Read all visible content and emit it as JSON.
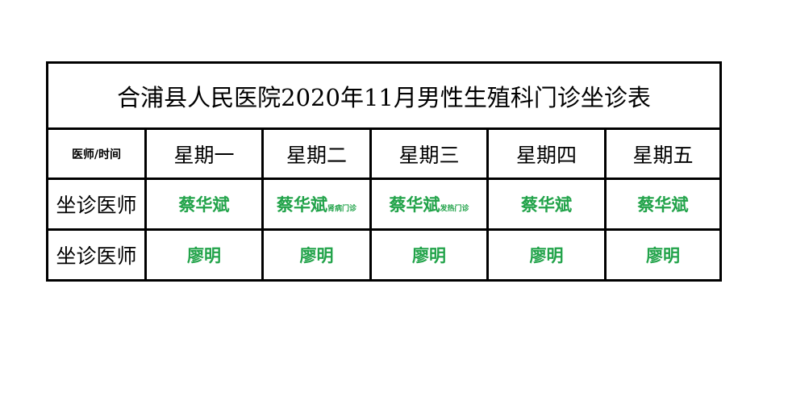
{
  "title": "合浦县人民医院2020年11月男性生殖科门诊坐诊表",
  "corner_label": "医师/时间",
  "days": [
    "星期一",
    "星期二",
    "星期三",
    "星期四",
    "星期五"
  ],
  "rows": [
    {
      "role": "坐诊医师",
      "cells": [
        {
          "name": "蔡华斌",
          "note": ""
        },
        {
          "name": "蔡华斌",
          "note": "肾病门诊"
        },
        {
          "name": "蔡华斌",
          "note": "发热门诊"
        },
        {
          "name": "蔡华斌",
          "note": ""
        },
        {
          "name": "蔡华斌",
          "note": ""
        }
      ]
    },
    {
      "role": "坐诊医师",
      "cells": [
        {
          "name": "廖明",
          "note": ""
        },
        {
          "name": "廖明",
          "note": ""
        },
        {
          "name": "廖明",
          "note": ""
        },
        {
          "name": "廖明",
          "note": ""
        },
        {
          "name": "廖明",
          "note": ""
        }
      ]
    }
  ],
  "colors": {
    "doctor_text": "#22a34a",
    "border": "#000000"
  }
}
